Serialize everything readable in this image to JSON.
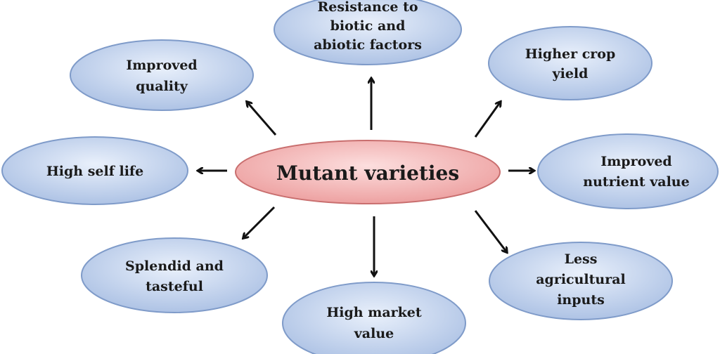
{
  "center": {
    "lines": [
      "Mutant varieties"
    ],
    "color": "#f2a5a5"
  },
  "nodes": [
    {
      "id": "resistance",
      "lines": [
        "Resistance to",
        "biotic and",
        "abiotic factors"
      ]
    },
    {
      "id": "higher-crop-yield",
      "lines": [
        "Higher  crop",
        "yield"
      ]
    },
    {
      "id": "improved-nutrient-value",
      "lines": [
        "Improved",
        "nutrient value"
      ]
    },
    {
      "id": "less-agricultural-inputs",
      "lines": [
        "Less",
        "agricultural",
        "inputs"
      ]
    },
    {
      "id": "high-market-value",
      "lines": [
        "High market",
        "value"
      ]
    },
    {
      "id": "splendid-and-tasteful",
      "lines": [
        "Splendid and",
        "tasteful"
      ]
    },
    {
      "id": "high-self-life",
      "lines": [
        "High self life"
      ]
    },
    {
      "id": "improved-quality",
      "lines": [
        "Improved",
        "quality"
      ]
    }
  ],
  "colors": {
    "node_fill_light": "#e4ecf9",
    "node_fill_dark": "#a9bfe3",
    "node_stroke": "#7f9bc9",
    "center_fill_light": "#fbd7d7",
    "center_fill_dark": "#ec9c9c",
    "center_stroke": "#c96f6f",
    "arrow": "#111111"
  }
}
